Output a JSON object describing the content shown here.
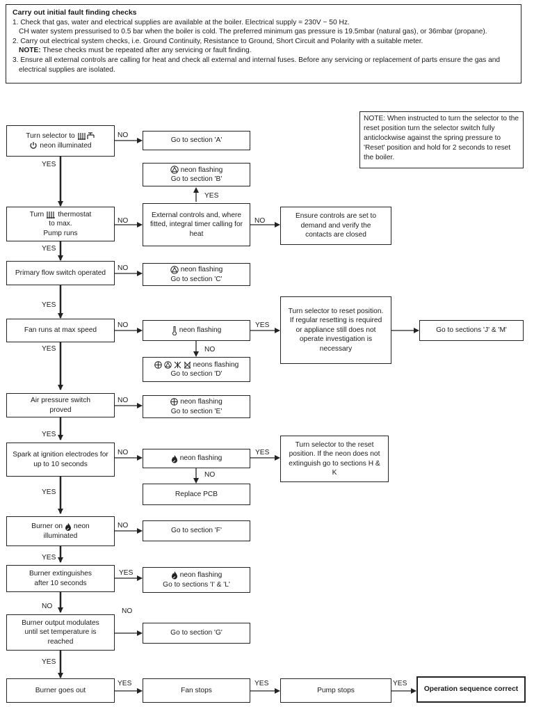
{
  "header": {
    "title": "Carry out initial fault finding checks",
    "lines": [
      "1.  Check that gas, water and electrical supplies are available at the boiler. Electrical supply = 230V ~ 50 Hz.",
      "CH water system pressurised to 0.5 bar when the boiler is cold. The preferred minimum gas pressure is 19.5mbar (natural gas), or 36mbar (propane).",
      "2.  Carry out electrical system checks, i.e. Ground Continuity, Resistance to Ground, Short Circuit and Polarity with a suitable meter.",
      "These checks must be repeated after any servicing or fault finding.",
      "3.  Ensure all external controls are calling for heat and check all external and internal fuses. Before any servicing or replacement of parts ensure the gas and",
      "electrical supplies are isolated."
    ],
    "note_label": "NOTE:"
  },
  "note": "NOTE: When instructed to turn the selector to the reset position turn the selector switch fully anticlockwise against the spring pressure to 'Reset' position and hold for 2 seconds to reset the boiler.",
  "boxes": {
    "b1a": "Turn selector to",
    "b1b": "neon illuminated",
    "a1": "Go to section 'A'",
    "ab1": "neon flashing",
    "ab2": "Go to section 'B'",
    "b2a": "Turn",
    "b2b": "thermostat",
    "b2c": "to max.",
    "b2d": "Pump runs",
    "ext": "External controls and, where fitted, integral timer calling for heat",
    "ens": "Ensure controls are set to demand and verify the contacts are closed",
    "b3": "Primary flow switch operated",
    "c1": "neon flashing",
    "c2": "Go to section 'C'",
    "b4": "Fan runs at max speed",
    "t1": "neon flashing",
    "r1": "Turn selector to reset position. If regular resetting is required or appliance still does not operate investigation is necessary",
    "jm": "Go to sections 'J' & 'M'",
    "d1": "neons flashing",
    "d2": "Go to section 'D'",
    "b5": "Air pressure switch proved",
    "e1": "neon flashing",
    "e2": "Go to section 'E'",
    "b6": "Spark at ignition electrodes for up to 10 seconds",
    "s1": "neon flashing",
    "r2": "Turn selector to the reset position. If the neon does not extinguish go to sections H & K",
    "pcb": "Replace PCB",
    "b7a": "Burner on",
    "b7b": "neon",
    "b7c": "illuminated",
    "f1": "Go to section 'F'",
    "b8": "Burner extinguishes after 10 seconds",
    "il1": "neon flashing",
    "il2": "Go to sections 'I' & 'L'",
    "b9": "Burner output modulates until set temperature is reached",
    "g1": "Go to section 'G'",
    "b10": "Burner goes out",
    "fan": "Fan stops",
    "pump": "Pump stops",
    "ok": "Operation sequence correct"
  },
  "labels": {
    "yes": "YES",
    "no": "NO"
  },
  "icons": [
    "radiator-tap-icon",
    "power-icon",
    "triangle-fault-icon",
    "radiator-icon",
    "thermometer-icon",
    "fan-icon",
    "ignition-icon",
    "flame-icon"
  ]
}
